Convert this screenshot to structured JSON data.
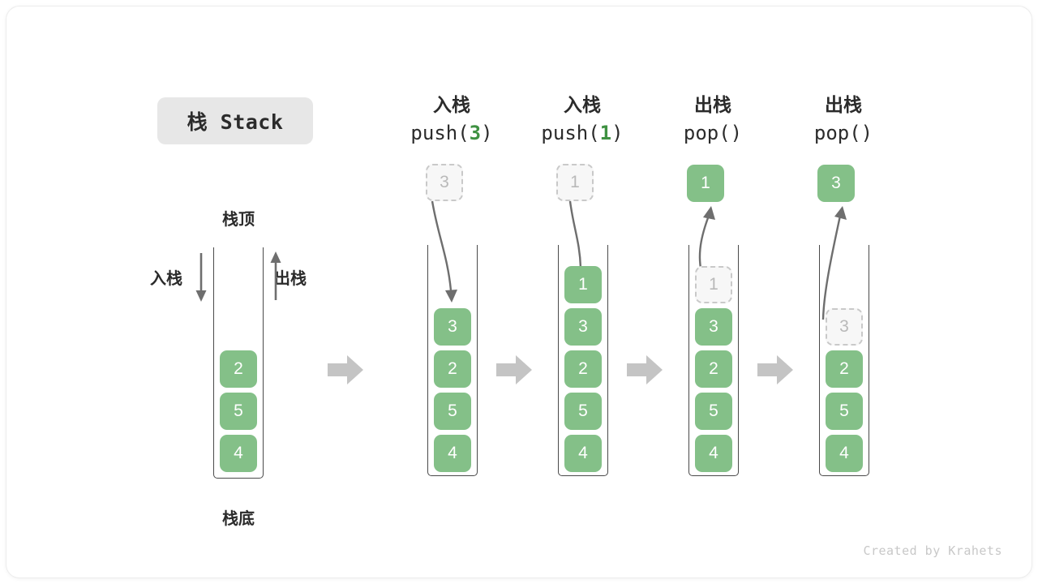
{
  "title": {
    "label": "栈 Stack"
  },
  "legend": {
    "top_label": "栈顶",
    "bottom_label": "栈底",
    "push_label": "入栈",
    "pop_label": "出栈"
  },
  "colors": {
    "element_green": "#84c088",
    "accent_green": "#3f9142",
    "ghost_fill": "#f7f7f7",
    "ghost_border": "#c9c9c9",
    "container_border": "#4a4a4a",
    "arrow_gray": "#6e6e6e",
    "flow_arrow_gray": "#c4c4c4",
    "chip_bg": "#e7e7e7",
    "text_dark": "#2b2b2b",
    "footer_text": "#c8c8c8"
  },
  "columns": [
    {
      "id": "initial",
      "heading_line1": "",
      "heading_line2": "",
      "heading_highlight": "",
      "stack": [
        "2",
        "5",
        "4"
      ],
      "ghost_index": -1,
      "ghost_value": "",
      "floating_value": "",
      "floating_kind": "none"
    },
    {
      "id": "push-3",
      "heading_line1": "入栈",
      "heading_line2_prefix": "push(",
      "heading_highlight": "3",
      "heading_line2_suffix": ")",
      "stack": [
        "3",
        "2",
        "5",
        "4"
      ],
      "ghost_index": -1,
      "ghost_value": "",
      "floating_value": "3",
      "floating_kind": "ghost"
    },
    {
      "id": "push-1",
      "heading_line1": "入栈",
      "heading_line2_prefix": "push(",
      "heading_highlight": "1",
      "heading_line2_suffix": ")",
      "stack": [
        "1",
        "3",
        "2",
        "5",
        "4"
      ],
      "ghost_index": -1,
      "ghost_value": "",
      "floating_value": "1",
      "floating_kind": "ghost"
    },
    {
      "id": "pop-1",
      "heading_line1": "出栈",
      "heading_line2_prefix": "pop(",
      "heading_highlight": "",
      "heading_line2_suffix": ")",
      "stack": [
        "3",
        "2",
        "5",
        "4"
      ],
      "ghost_index": 0,
      "ghost_value": "1",
      "floating_value": "1",
      "floating_kind": "filled"
    },
    {
      "id": "pop-3",
      "heading_line1": "出栈",
      "heading_line2_prefix": "pop(",
      "heading_highlight": "",
      "heading_line2_suffix": ")",
      "stack": [
        "2",
        "5",
        "4"
      ],
      "ghost_index": 0,
      "ghost_value": "3",
      "floating_value": "3",
      "floating_kind": "filled"
    }
  ],
  "footer": {
    "credit": "Created by Krahets"
  }
}
